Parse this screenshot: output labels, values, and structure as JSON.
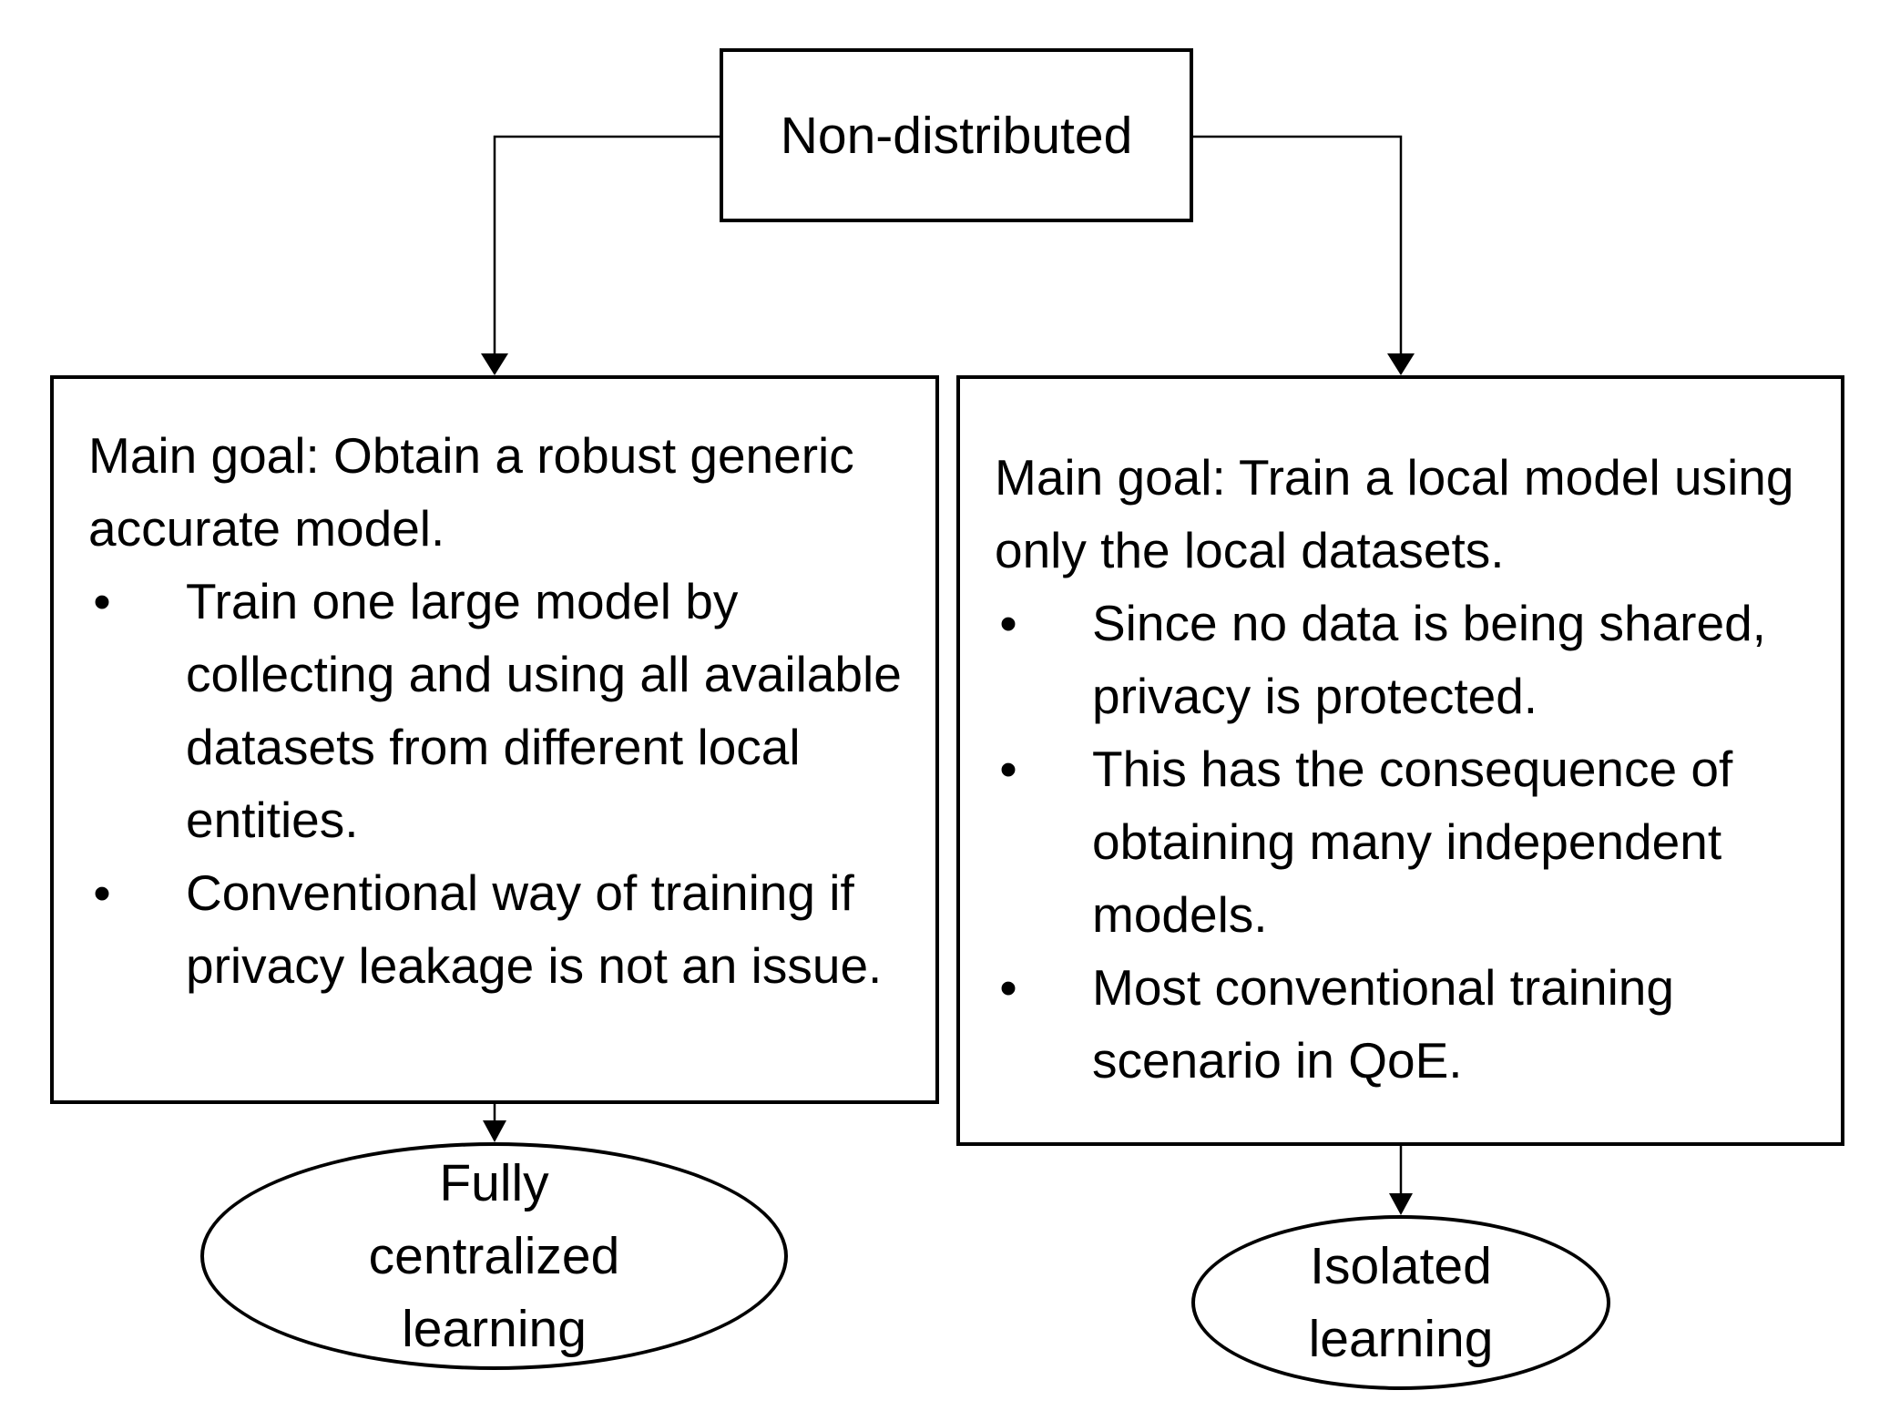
{
  "top_node": {
    "label": "Non-distributed"
  },
  "left_box": {
    "goal": "Main goal: Obtain a robust generic accurate model.",
    "bullets": [
      "Train one large model by collecting and using all available datasets from different local entities.",
      "Conventional way of training if privacy leakage is not an issue."
    ]
  },
  "right_box": {
    "goal": "Main goal: Train a local model using only the local datasets.",
    "bullets": [
      "Since no data is being shared, privacy is protected.",
      "This has the consequence of obtaining many independent models.",
      "Most conventional training scenario in QoE."
    ]
  },
  "left_outcome": {
    "label": "Fully centralized learning"
  },
  "right_outcome": {
    "label": "Isolated learning"
  },
  "bullet_symbol": "•"
}
